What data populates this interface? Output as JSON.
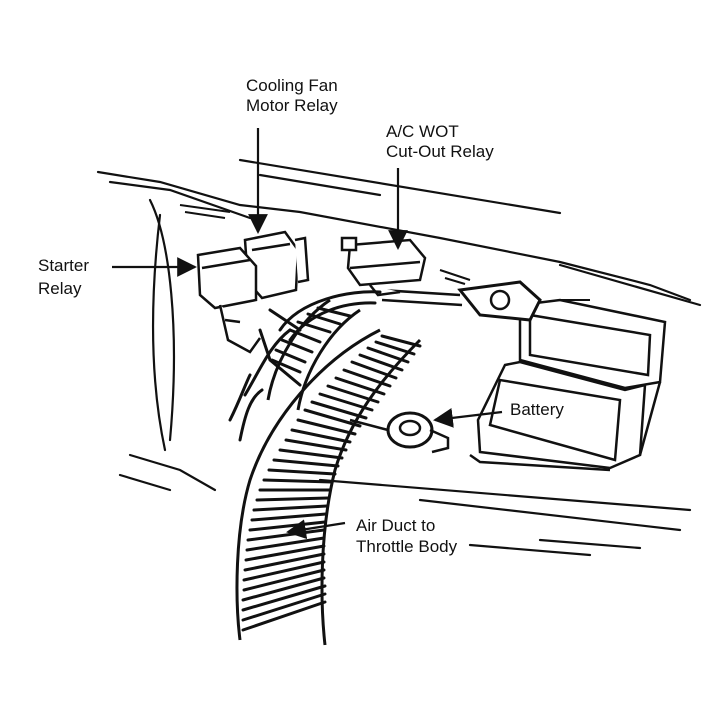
{
  "labels": {
    "cooling_fan_line1": "Cooling Fan",
    "cooling_fan_line2": "Motor Relay",
    "ac_wot_line1": "A/C WOT",
    "ac_wot_line2": "Cut-Out Relay",
    "starter_line1": "Starter",
    "starter_line2": "Relay",
    "battery": "Battery",
    "air_duct_line1": "Air Duct to",
    "air_duct_line2": "Throttle Body"
  },
  "colors": {
    "ink": "#111111",
    "paper": "#ffffff"
  }
}
